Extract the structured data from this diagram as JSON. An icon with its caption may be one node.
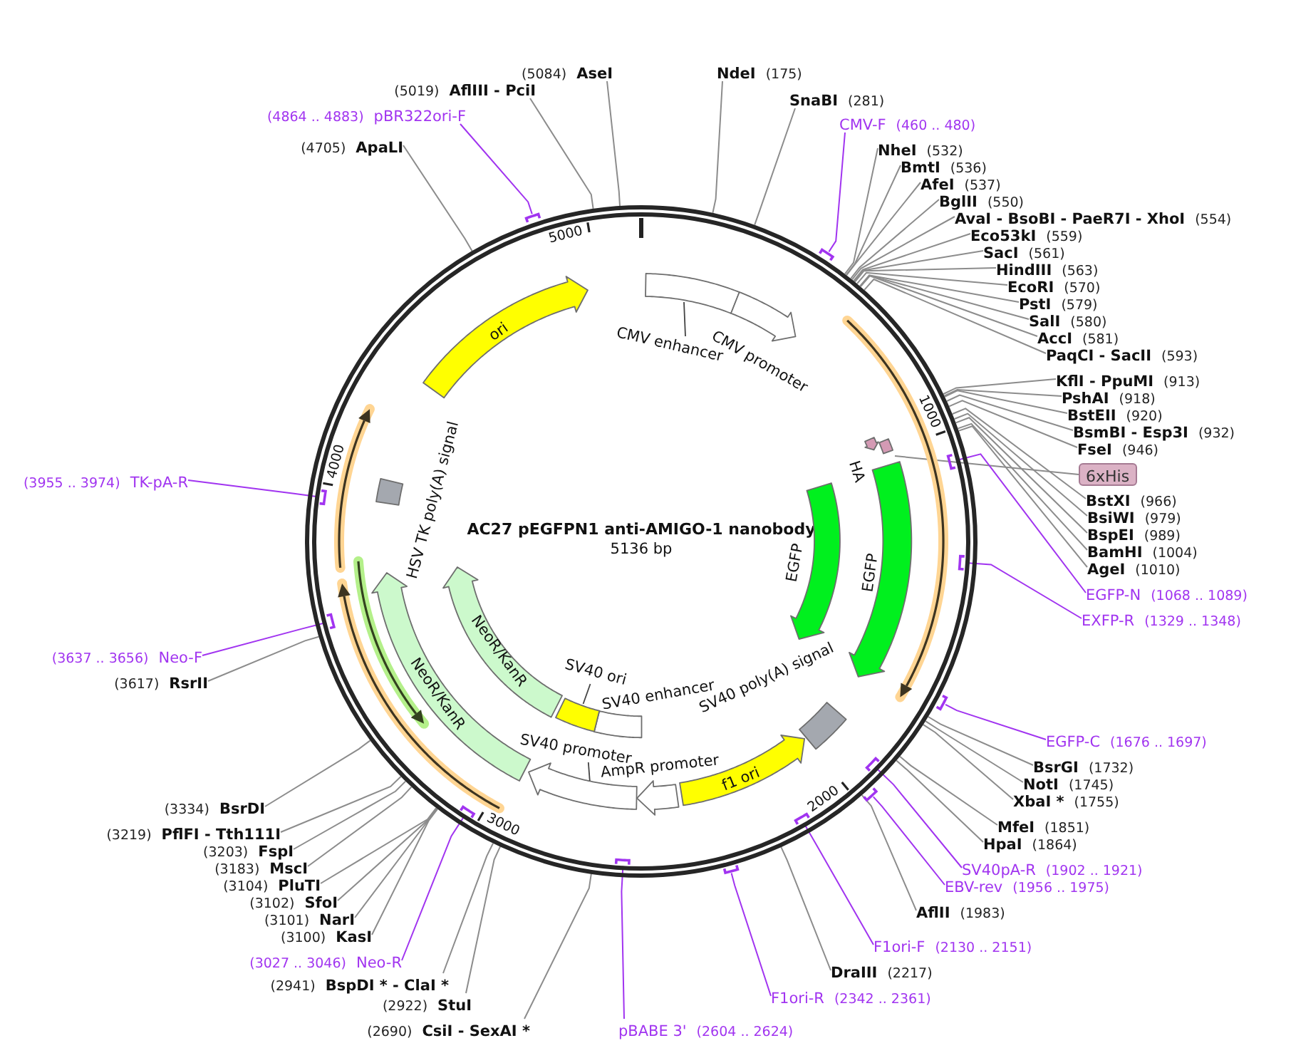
{
  "diagram": {
    "nodes": [
      {
        "text": [
          "AC27 pEGFPN1 anti-AMIGO-1 nanobody",
          "5136 bp"
        ]
      },
      {
        "text": [
          "CMV enhancer"
        ],
        "in": 0
      },
      {
        "text": [
          "CMV promoter"
        ],
        "in": 0
      },
      {
        "text": [
          "HA"
        ],
        "in": 0
      },
      {
        "text": [],
        "shape": "box",
        "in": 0
      },
      {
        "text": [
          "EGFP"
        ],
        "in": 0
      },
      {
        "text": [
          "EGFP"
        ],
        "in": 0
      },
      {
        "text": [
          "SV40 poly(A) signal"
        ],
        "in": 0
      },
      {
        "text": [
          "f1 ori"
        ],
        "in": 0
      },
      {
        "text": [
          "AmpR promoter"
        ],
        "in": 0
      },
      {
        "text": [
          "SV40 enhancer"
        ],
        "in": 0
      },
      {
        "text": [
          "SV40 promoter"
        ],
        "in": 0
      },
      {
        "text": [
          "SV40 ori"
        ],
        "in": 0
      },
      {
        "text": [
          "NeoR/KanR"
        ],
        "in": 0
      },
      {
        "text": [
          "NeoR/KanR"
        ],
        "in": 0
      },
      {
        "text": [
          "HSV TK poly(A) signal"
        ],
        "in": 0
      },
      {
        "text": [
          "ori"
        ],
        "in": 0
      },
      {
        "text": [],
        "shape": "bar",
        "in": 0
      },
      {
        "text": [],
        "shape": "bar",
        "in": 0
      },
      {
        "text": [],
        "shape": "bar",
        "in": 0
      },
      {
        "text": [],
        "shape": "bar",
        "in": 0
      },
      {
        "text": [],
        "shape": "bar",
        "in": 0
      },
      {
        "text": [],
        "shape": "bar",
        "in": 0
      },
      {
        "text": [],
        "shape": "bar",
        "in": 0
      },
      {
        "text": [],
        "shape": "bar",
        "in": 0
      },
      {
        "text": [],
        "shape": "bar",
        "in": 0
      },
      {
        "text": [],
        "shape": "bar",
        "in": 0
      },
      {
        "text": [],
        "shape": "bar",
        "in": 0
      },
      {
        "text": [],
        "shape": "bar",
        "in": 0
      },
      {
        "text": [],
        "shape": "bar",
        "in": 0
      },
      {
        "text": [
          "NdeI",
          "(175)"
        ]
      },
      {
        "text": [
          "SnaBI",
          "(281)"
        ]
      },
      {
        "text": [
          "CMV-F",
          "(460 .. 480)"
        ]
      },
      {
        "text": [
          "NheI",
          "(532)"
        ]
      },
      {
        "text": [
          "BmtI",
          "(536)"
        ]
      },
      {
        "text": [
          "AfeI",
          "(537)"
        ]
      },
      {
        "text": [
          "BglII",
          "(550)"
        ]
      },
      {
        "text": [
          "AvaI - BsoBI - PaeR7I - XhoI",
          "(554)"
        ]
      },
      {
        "text": [
          "Eco53kI",
          "(559)"
        ]
      },
      {
        "text": [
          "SacI",
          "(561)"
        ]
      },
      {
        "text": [
          "HindIII",
          "(563)"
        ]
      },
      {
        "text": [
          "EcoRI",
          "(570)"
        ]
      },
      {
        "text": [
          "PstI",
          "(579)"
        ]
      },
      {
        "text": [
          "SalI",
          "(580)"
        ]
      },
      {
        "text": [
          "AccI",
          "(581)"
        ]
      },
      {
        "text": [
          "PaqCI - SacII",
          "(593)"
        ]
      },
      {
        "text": [
          "KflI - PpuMI",
          "(913)"
        ]
      },
      {
        "text": [
          "PshAI",
          "(918)"
        ]
      },
      {
        "text": [
          "BstEII",
          "(920)"
        ]
      },
      {
        "text": [
          "BsmBI - Esp3I",
          "(932)"
        ]
      },
      {
        "text": [
          "FseI",
          "(946)"
        ]
      },
      {
        "text": [
          "6xHis"
        ]
      },
      {
        "text": [
          "BstXI",
          "(966)"
        ]
      },
      {
        "text": [
          "BsiWI",
          "(979)"
        ]
      },
      {
        "text": [
          "BspEI",
          "(989)"
        ]
      },
      {
        "text": [
          "BamHI",
          "(1004)"
        ]
      },
      {
        "text": [
          "AgeI",
          "(1010)"
        ]
      },
      {
        "text": [
          "EGFP-N",
          "(1068 .. 1089)"
        ]
      },
      {
        "text": [
          "EXFP-R",
          "(1329 .. 1348)"
        ]
      },
      {
        "text": [
          "EGFP-C",
          "(1676 .. 1697)"
        ]
      },
      {
        "text": [
          "BsrGI",
          "(1732)"
        ]
      },
      {
        "text": [
          "NotI",
          "(1745)"
        ]
      },
      {
        "text": [
          "XbaI *",
          "(1755)"
        ]
      },
      {
        "text": [
          "MfeI",
          "(1851)"
        ]
      },
      {
        "text": [
          "HpaI",
          "(1864)"
        ]
      },
      {
        "text": [
          "SV40pA-R",
          "(1902 .. 1921)"
        ]
      },
      {
        "text": [
          "EBV-rev",
          "(1956 .. 1975)"
        ]
      },
      {
        "text": [
          "AflII",
          "(1983)"
        ]
      },
      {
        "text": [
          "F1ori-F",
          "(2130 .. 2151)"
        ]
      },
      {
        "text": [
          "DraIII",
          "(2217)"
        ]
      },
      {
        "text": [
          "F1ori-R",
          "(2342 .. 2361)"
        ]
      },
      {
        "text": [
          "pBABE 3'",
          "(2604 .. 2624)"
        ]
      },
      {
        "text": [
          "(2690)",
          "CsiI - SexAI *"
        ]
      },
      {
        "text": [
          "(2922)",
          "StuI"
        ]
      },
      {
        "text": [
          "(2941)",
          "BspDI * - ClaI *"
        ]
      },
      {
        "text": [
          "(3027 .. 3046)",
          "Neo-R"
        ]
      },
      {
        "text": [
          "(3100)",
          "KasI"
        ]
      },
      {
        "text": [
          "(3101)",
          "NarI"
        ]
      },
      {
        "text": [
          "(3102)",
          "SfoI"
        ]
      },
      {
        "text": [
          "(3104)",
          "PluTI"
        ]
      },
      {
        "text": [
          "(3183)",
          "MscI"
        ]
      },
      {
        "text": [
          "(3203)",
          "FspI"
        ]
      },
      {
        "text": [
          "(3219)",
          "PflFI - Tth111I"
        ]
      },
      {
        "text": [
          "(3334)",
          "BsrDI"
        ]
      },
      {
        "text": [
          "(3617)",
          "RsrII"
        ]
      },
      {
        "text": [
          "(3637 .. 3656)",
          "Neo-F"
        ]
      },
      {
        "text": [
          "(3955 .. 3974)",
          "TK-pA-R"
        ]
      },
      {
        "text": [
          "(4705)",
          "ApaLI"
        ]
      },
      {
        "text": [
          "(4864 .. 4883)",
          "pBR322ori-F"
        ]
      },
      {
        "text": [
          "(5019)",
          "AflIII - PciI"
        ]
      },
      {
        "text": [
          "(5084)",
          "AseI"
        ]
      }
    ],
    "edges": [
      {
        "from": 30,
        "to": 0,
        "arrow": "none"
      },
      {
        "from": 31,
        "to": 0,
        "arrow": "none"
      },
      {
        "from": 32,
        "to": 17,
        "arrow": "none",
        "color": "#a134f0"
      },
      {
        "from": 33,
        "to": 0,
        "arrow": "none"
      },
      {
        "from": 34,
        "to": 0,
        "arrow": "none"
      },
      {
        "from": 35,
        "to": 0,
        "arrow": "none"
      },
      {
        "from": 36,
        "to": 0,
        "arrow": "none"
      },
      {
        "from": 37,
        "to": 0,
        "arrow": "none"
      },
      {
        "from": 38,
        "to": 0,
        "arrow": "none"
      },
      {
        "from": 39,
        "to": 0,
        "arrow": "none"
      },
      {
        "from": 40,
        "to": 0,
        "arrow": "none"
      },
      {
        "from": 41,
        "to": 0,
        "arrow": "none"
      },
      {
        "from": 42,
        "to": 0,
        "arrow": "none"
      },
      {
        "from": 43,
        "to": 0,
        "arrow": "none"
      },
      {
        "from": 44,
        "to": 0,
        "arrow": "none"
      },
      {
        "from": 45,
        "to": 0,
        "arrow": "none"
      },
      {
        "from": 46,
        "to": 0,
        "arrow": "none"
      },
      {
        "from": 47,
        "to": 0,
        "arrow": "none"
      },
      {
        "from": 48,
        "to": 0,
        "arrow": "none"
      },
      {
        "from": 49,
        "to": 0,
        "arrow": "none"
      },
      {
        "from": 50,
        "to": 0,
        "arrow": "none"
      },
      {
        "from": 51,
        "to": 4,
        "arrow": "none"
      },
      {
        "from": 52,
        "to": 0,
        "arrow": "none"
      },
      {
        "from": 53,
        "to": 0,
        "arrow": "none"
      },
      {
        "from": 54,
        "to": 0,
        "arrow": "none"
      },
      {
        "from": 55,
        "to": 0,
        "arrow": "none"
      },
      {
        "from": 56,
        "to": 0,
        "arrow": "none"
      },
      {
        "from": 57,
        "to": 18,
        "arrow": "none",
        "color": "#a134f0"
      },
      {
        "from": 58,
        "to": 19,
        "arrow": "none",
        "color": "#a134f0"
      },
      {
        "from": 59,
        "to": 20,
        "arrow": "none",
        "color": "#a134f0"
      },
      {
        "from": 60,
        "to": 0,
        "arrow": "none"
      },
      {
        "from": 61,
        "to": 0,
        "arrow": "none"
      },
      {
        "from": 62,
        "to": 0,
        "arrow": "none"
      },
      {
        "from": 63,
        "to": 0,
        "arrow": "none"
      },
      {
        "from": 64,
        "to": 0,
        "arrow": "none"
      },
      {
        "from": 65,
        "to": 21,
        "arrow": "none",
        "color": "#a134f0"
      },
      {
        "from": 66,
        "to": 22,
        "arrow": "none",
        "color": "#a134f0"
      },
      {
        "from": 67,
        "to": 0,
        "arrow": "none"
      },
      {
        "from": 68,
        "to": 23,
        "arrow": "none",
        "color": "#a134f0"
      },
      {
        "from": 69,
        "to": 0,
        "arrow": "none"
      },
      {
        "from": 70,
        "to": 24,
        "arrow": "none",
        "color": "#a134f0"
      },
      {
        "from": 71,
        "to": 25,
        "arrow": "none",
        "color": "#a134f0"
      },
      {
        "from": 72,
        "to": 0,
        "arrow": "none"
      },
      {
        "from": 73,
        "to": 0,
        "arrow": "none"
      },
      {
        "from": 74,
        "to": 0,
        "arrow": "none"
      },
      {
        "from": 75,
        "to": 26,
        "arrow": "none",
        "color": "#a134f0"
      },
      {
        "from": 76,
        "to": 0,
        "arrow": "none"
      },
      {
        "from": 77,
        "to": 0,
        "arrow": "none"
      },
      {
        "from": 78,
        "to": 0,
        "arrow": "none"
      },
      {
        "from": 79,
        "to": 0,
        "arrow": "none"
      },
      {
        "from": 80,
        "to": 0,
        "arrow": "none"
      },
      {
        "from": 81,
        "to": 0,
        "arrow": "none"
      },
      {
        "from": 82,
        "to": 0,
        "arrow": "none"
      },
      {
        "from": 83,
        "to": 0,
        "arrow": "none"
      },
      {
        "from": 84,
        "to": 0,
        "arrow": "none"
      },
      {
        "from": 85,
        "to": 27,
        "arrow": "none",
        "color": "#a134f0"
      },
      {
        "from": 86,
        "to": 28,
        "arrow": "none",
        "color": "#a134f0"
      },
      {
        "from": 87,
        "to": 0,
        "arrow": "none"
      },
      {
        "from": 88,
        "to": 29,
        "arrow": "none",
        "color": "#a134f0"
      },
      {
        "from": 89,
        "to": 0,
        "arrow": "none"
      },
      {
        "from": 90,
        "to": 0,
        "arrow": "none"
      }
    ],
    "labels": [
      "1000",
      "2000",
      "3000",
      "4000",
      "5000"
    ]
  }
}
